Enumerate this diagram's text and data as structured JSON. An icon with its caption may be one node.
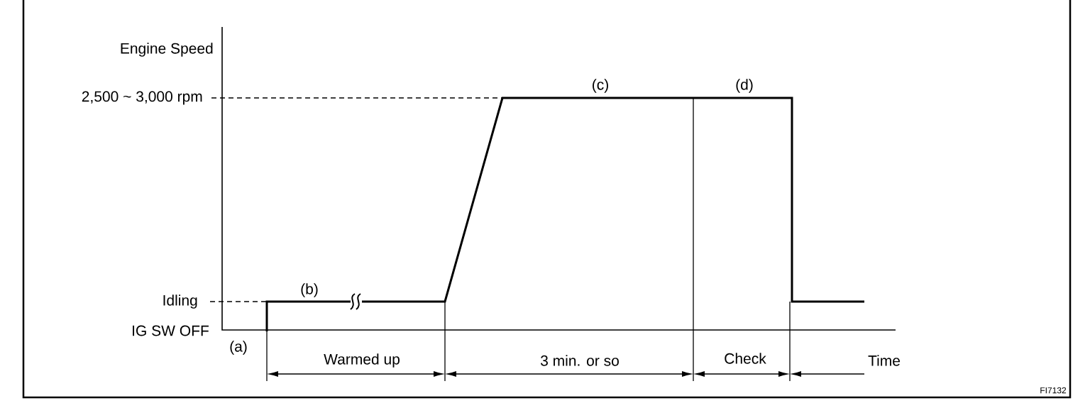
{
  "diagram": {
    "labels": [
      "Engine Speed",
      "2,500 ~ 3,000 rpm",
      "(c)",
      "(d)",
      "(b)",
      "Idling",
      "IG SW OFF",
      "(a)",
      "Warmed up",
      "3 min. or so",
      "Check",
      "Time",
      "FI7132"
    ]
  }
}
